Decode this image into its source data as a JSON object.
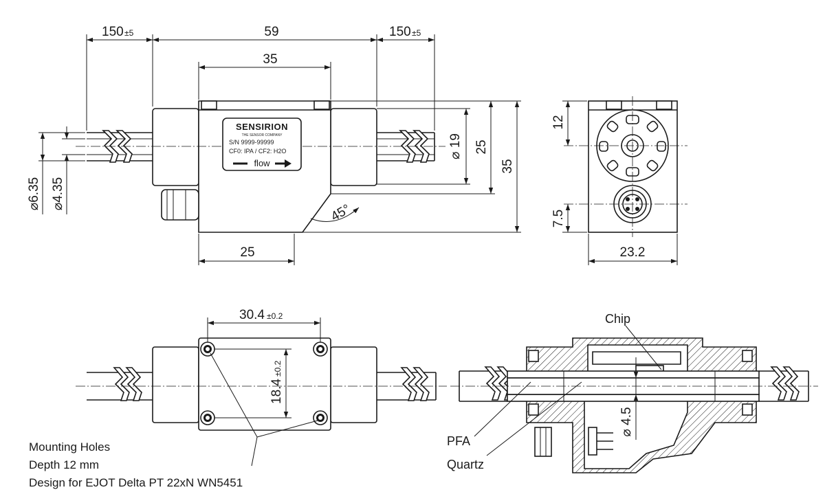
{
  "dimensions": {
    "cable_left": "150",
    "cable_left_tol": "±5",
    "overall_length": "59",
    "cable_right": "150",
    "cable_right_tol": "±5",
    "top_width": "35",
    "diam_19": "19",
    "height_25": "25",
    "height_35": "35",
    "bottom_25": "25",
    "angle": "45°",
    "dia_635": "6.35",
    "dia_435": "4.35",
    "side_12": "12",
    "side_75": "7.5",
    "side_232": "23.2",
    "hole_spacing_x": "30.4",
    "hole_spacing_x_tol": "±0.2",
    "hole_spacing_y": "18.4",
    "hole_spacing_y_tol": "±0.2",
    "bore_45": "4.5",
    "diam_symbol": "⌀"
  },
  "label": {
    "brand": "SENSIRION",
    "tagline": "THE SENSOR COMPANY",
    "serial": "S/N 9999-99999",
    "cal": "CF0: IPA / CF2: H2O",
    "flow": "flow"
  },
  "callouts": {
    "chip": "Chip",
    "pfa": "PFA",
    "quartz": "Quartz"
  },
  "notes": {
    "line1": "Mounting Holes",
    "line2": "Depth 12 mm",
    "line3": "Design for EJOT Delta PT 22xN WN5451"
  }
}
